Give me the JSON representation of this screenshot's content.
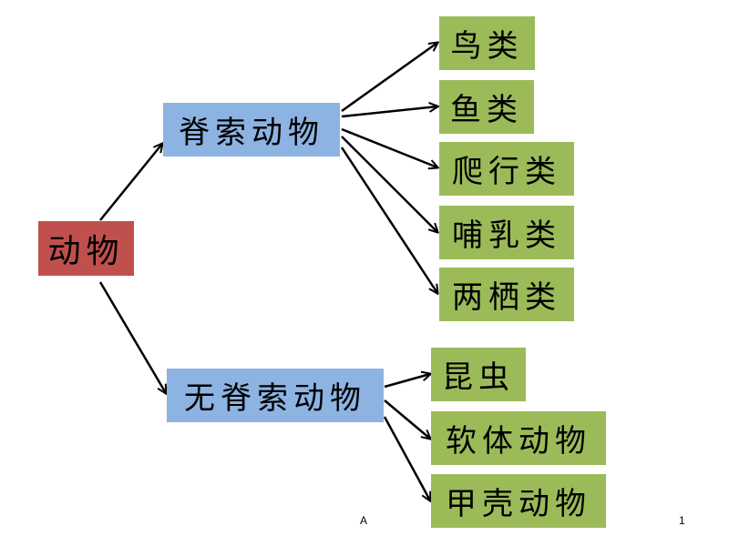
{
  "root": {
    "label": "动物"
  },
  "vertebrates": {
    "label": "脊索动物",
    "children": [
      "鸟类",
      "鱼类",
      "爬行类",
      "哺乳类",
      "两栖类"
    ]
  },
  "invertebrates": {
    "label": "无脊索动物",
    "children": [
      "昆虫",
      "软体动物",
      "甲壳动物"
    ]
  },
  "footer": {
    "center": "A",
    "page": "1"
  },
  "colors": {
    "root": "#c0504d",
    "mid": "#8db3e2",
    "leaf": "#9bbb59"
  }
}
